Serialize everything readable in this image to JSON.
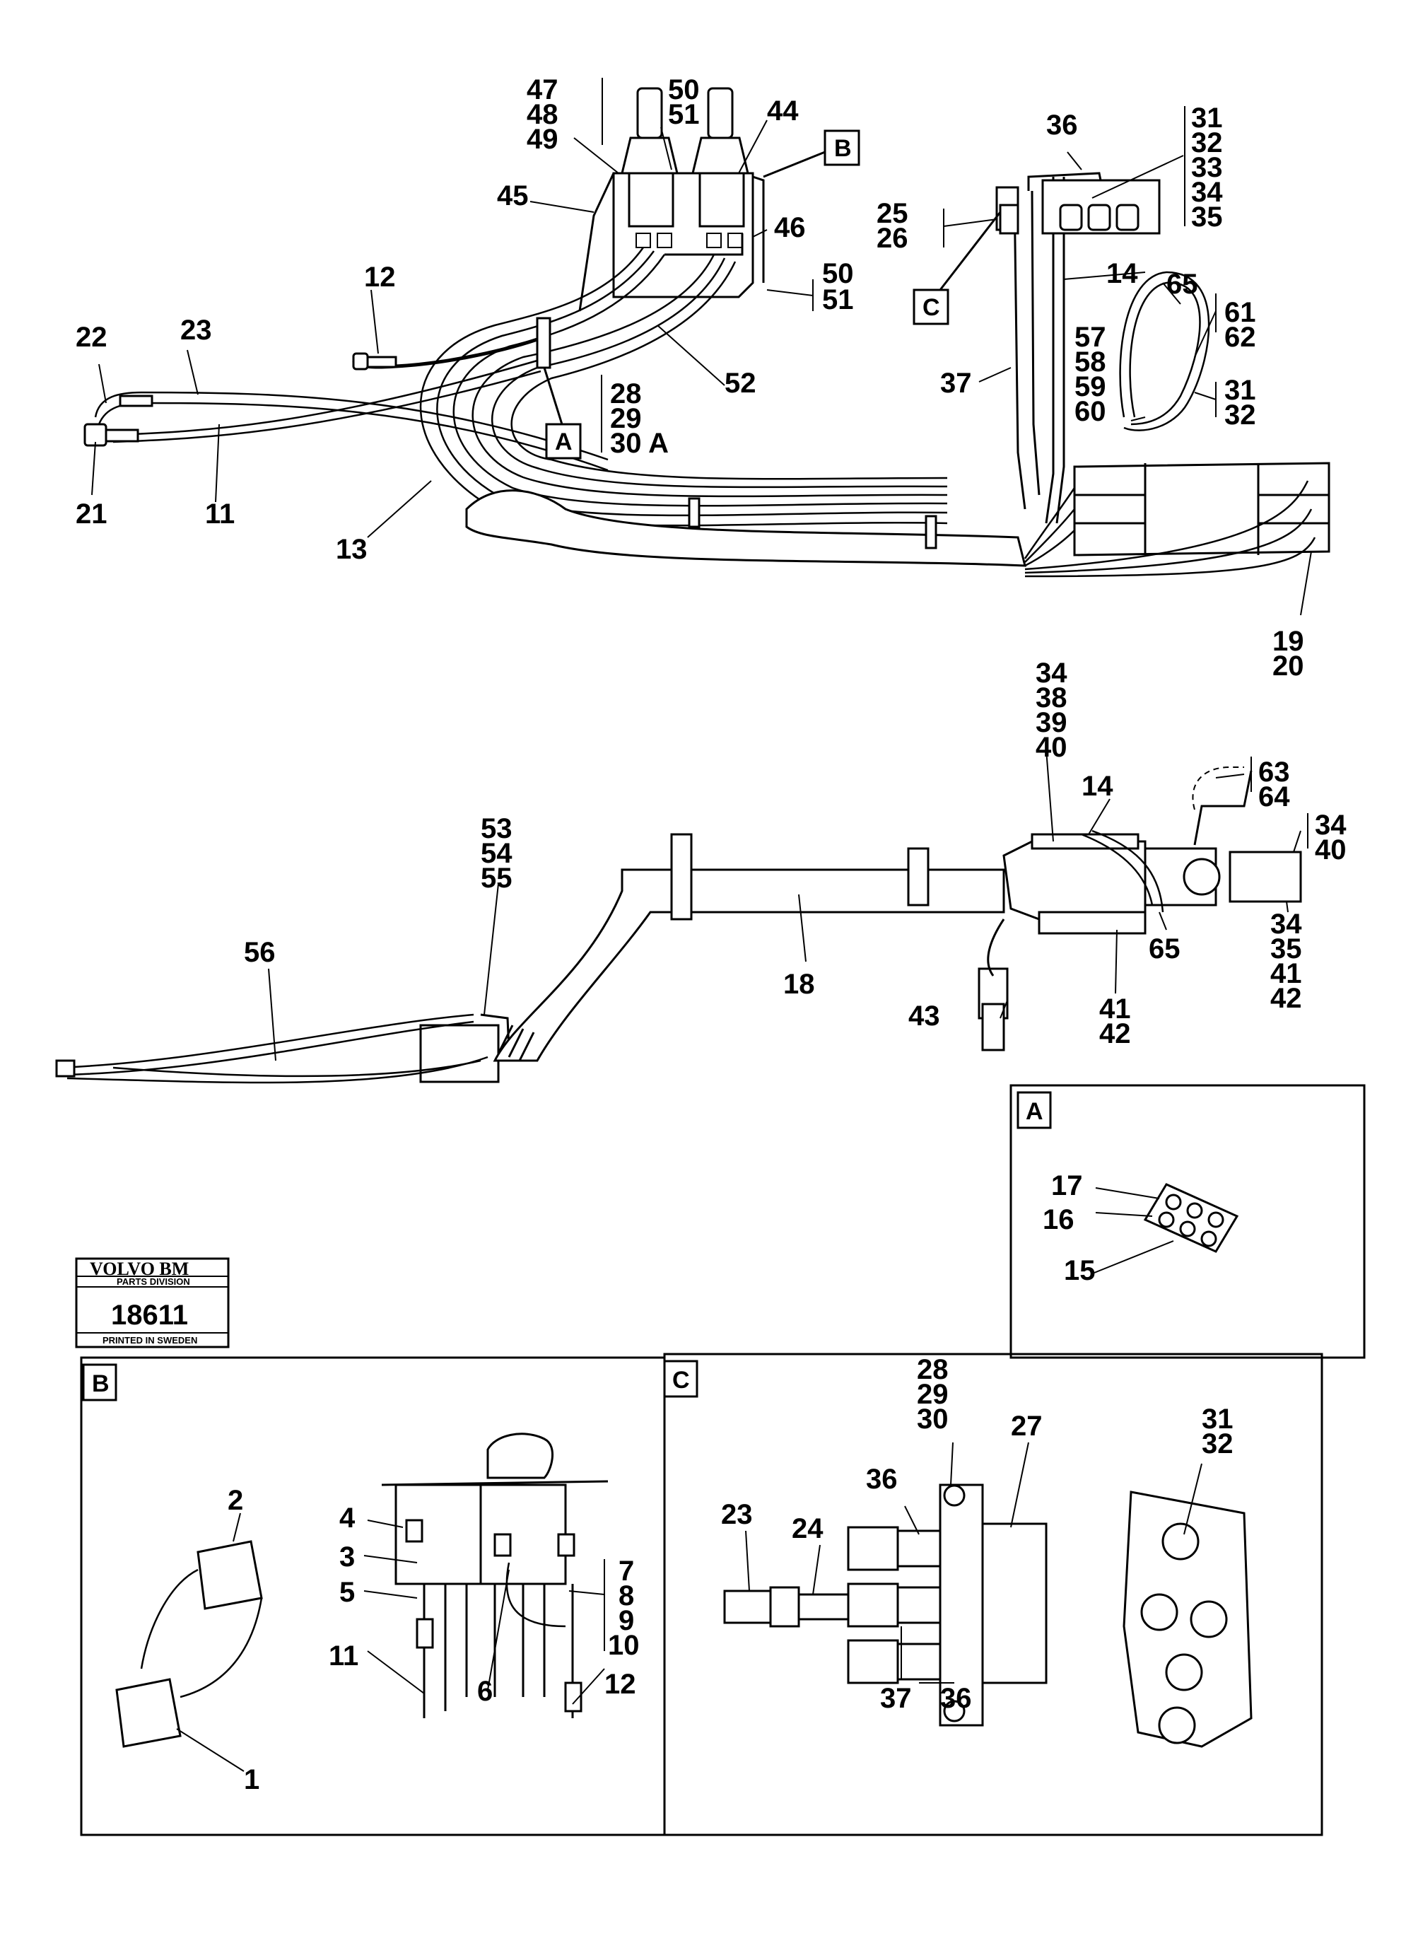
{
  "stamp": {
    "brand": "VOLVO BM",
    "division": "PARTS DIVISION",
    "number": "18611",
    "origin": "PRINTED IN SWEDEN"
  },
  "detail_boxes": [
    {
      "id": "A",
      "letter": "A"
    },
    {
      "id": "B",
      "letter": "B"
    },
    {
      "id": "C",
      "letter": "C"
    }
  ],
  "callout_letters": {
    "A": "A",
    "B": "B",
    "C": "C"
  },
  "labels": [
    "47",
    "48",
    "49",
    "50",
    "51",
    "44",
    "45",
    "46",
    "50",
    "51",
    "12",
    "22",
    "23",
    "21",
    "11",
    "13",
    "52",
    "28",
    "29",
    "30 A",
    "36",
    "31",
    "32",
    "33",
    "34",
    "35",
    "25",
    "26",
    "14",
    "65",
    "61",
    "62",
    "57",
    "58",
    "59",
    "60",
    "31",
    "32",
    "37",
    "19",
    "20",
    "34",
    "38",
    "39",
    "40",
    "14",
    "63",
    "64",
    "34",
    "40",
    "53",
    "54",
    "55",
    "56",
    "18",
    "43",
    "41",
    "42",
    "65",
    "34",
    "35",
    "41",
    "42",
    "17",
    "16",
    "15",
    "2",
    "4",
    "3",
    "5",
    "11",
    "6",
    "7",
    "8",
    "9",
    "10",
    "12",
    "1",
    "28",
    "29",
    "30",
    "27",
    "36",
    "23",
    "24",
    "31",
    "32",
    "37",
    "36"
  ]
}
